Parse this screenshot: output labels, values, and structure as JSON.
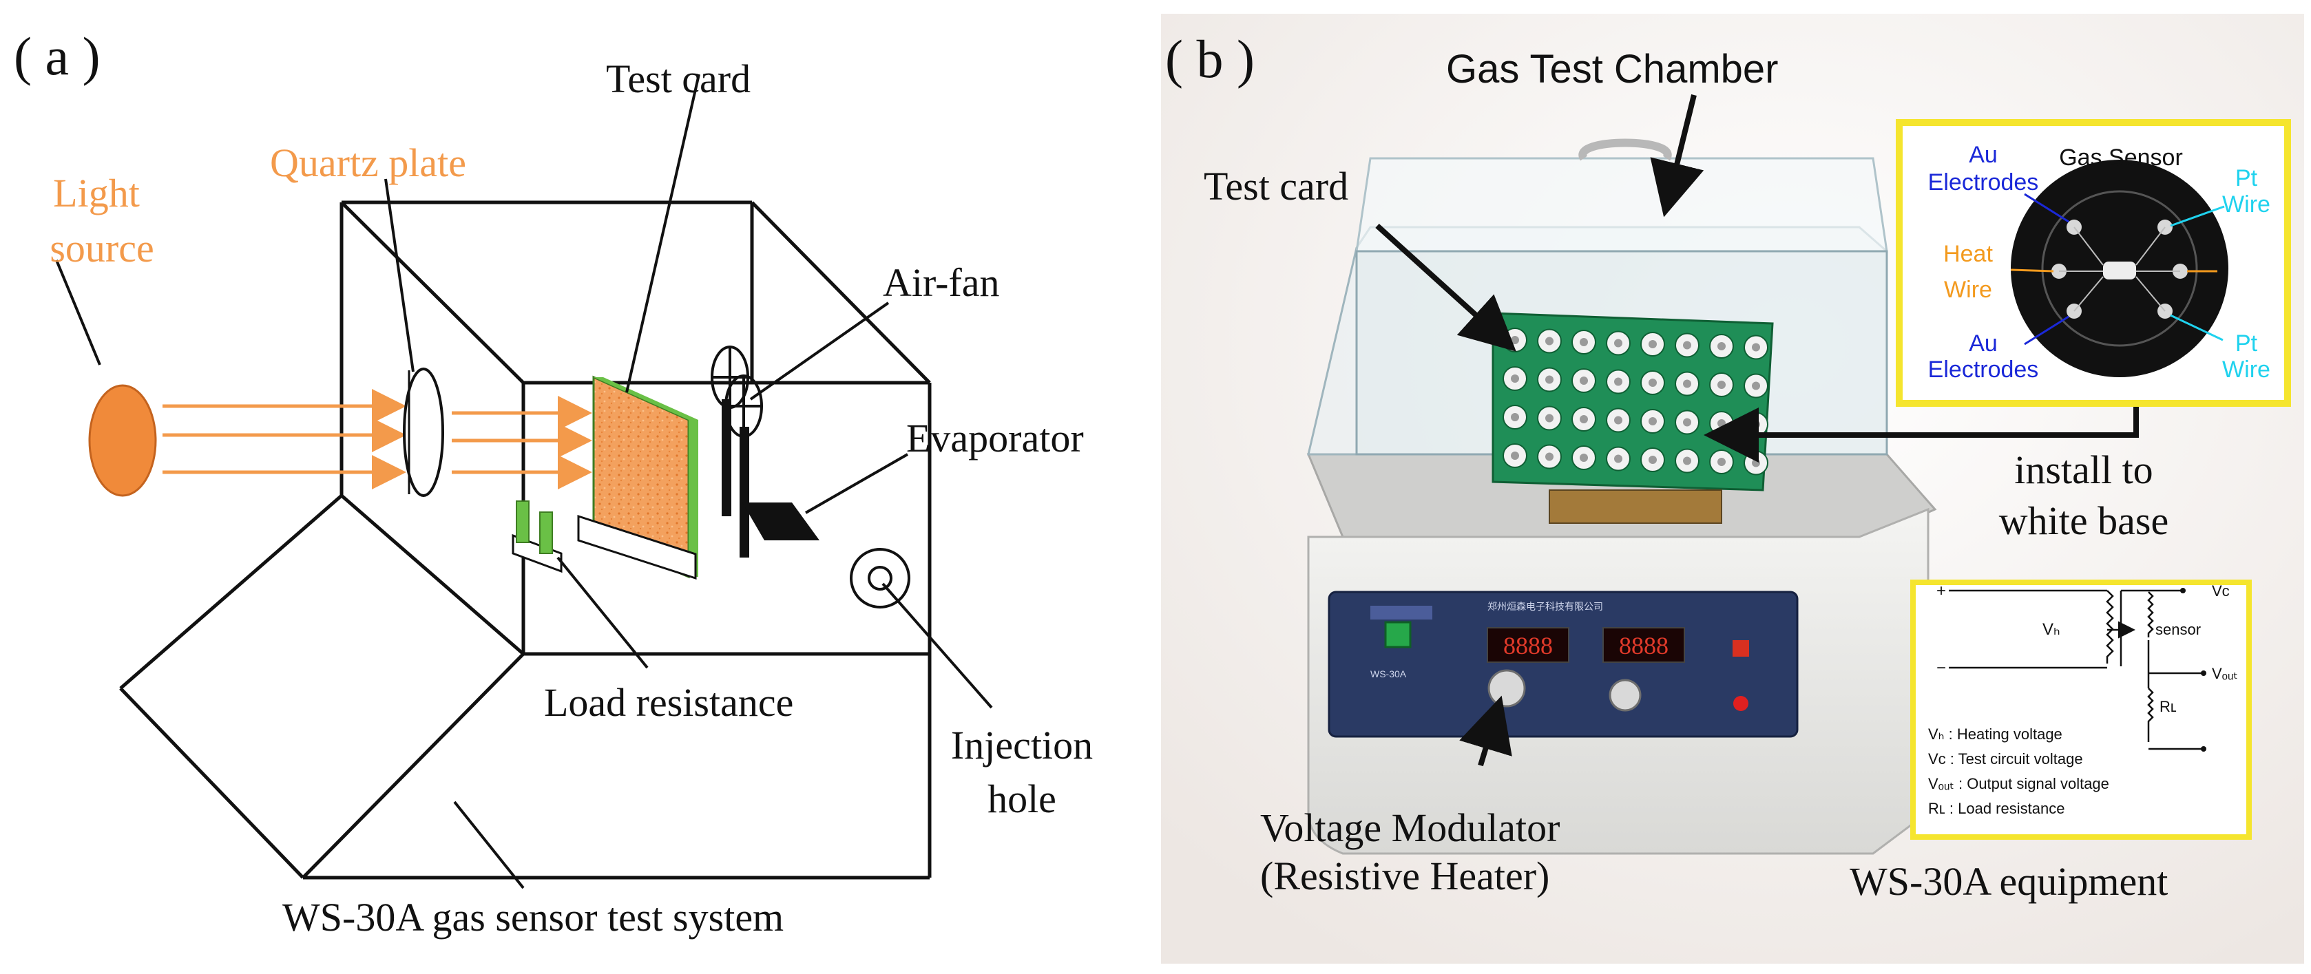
{
  "panel_a": {
    "tag": "( a )",
    "labels": {
      "light_source_line1": "Light",
      "light_source_line2": "source",
      "quartz_plate": "Quartz plate",
      "test_card": "Test card",
      "air_fan": "Air-fan",
      "evaporator": "Evaporator",
      "load_resistance": "Load resistance",
      "injection_line1": "Injection",
      "injection_line2": "hole",
      "system": "WS-30A gas sensor test system"
    }
  },
  "panel_b": {
    "tag": "( b )",
    "labels": {
      "gas_test_chamber": "Gas Test Chamber",
      "test_card": "Test card",
      "install_line1": "install to",
      "install_line2": "white base",
      "voltage_line1": "Voltage Modulator",
      "voltage_line2": "(Resistive Heater)",
      "equipment": "WS-30A equipment"
    },
    "sensor_inset": {
      "title": "Gas Sensor",
      "au_top_1": "Au",
      "au_top_2": "Electrodes",
      "pt_top_1": "Pt",
      "pt_top_2": "Wire",
      "heat_1": "Heat",
      "heat_2": "Wire",
      "au_bot_1": "Au",
      "au_bot_2": "Electrodes",
      "pt_bot_1": "Pt",
      "pt_bot_2": "Wire"
    },
    "circuit_inset": {
      "vh": "Vₕ",
      "sensor": "sensor",
      "vc": "Vᴄ",
      "vout": "Vₒᵤₜ",
      "rl": "Rʟ",
      "plus": "+",
      "minus": "−",
      "legend_1": "Vₕ : Heating voltage",
      "legend_2": "Vᴄ : Test circuit voltage",
      "legend_3": "Vₒᵤₜ : Output signal voltage",
      "legend_4": "Rʟ : Load resistance"
    },
    "device": {
      "display_1": "8888",
      "display_2": "8888",
      "brand_text": "郑州烜森电子科技有限公司",
      "model": "WS-30A"
    }
  },
  "colors": {
    "orange": "#F39A4B",
    "source_fill": "#F08A3A",
    "card_green": "#6AC046",
    "pcb_green": "#1F8E57",
    "inset_border": "#F5E52E",
    "au_blue": "#1A28D8",
    "pt_cyan": "#1FD2EE",
    "heat_orange": "#F39A1E",
    "device_panel": "#2A3A64"
  }
}
